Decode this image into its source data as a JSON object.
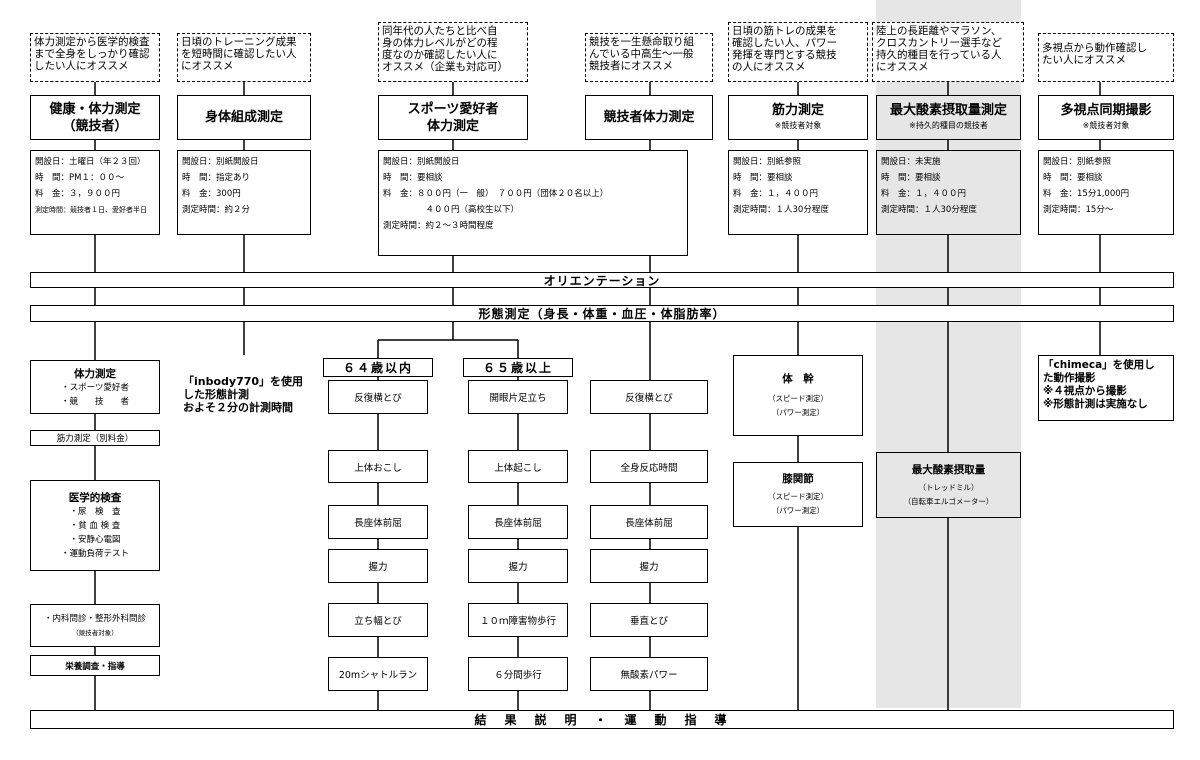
{
  "targets": [
    [
      "体力測定から医学的検査",
      "まで全身をしっかり確認",
      "したい人にオススメ"
    ],
    [
      "日頃のトレーニング成果",
      "を短時間に確認したい人",
      "にオススメ"
    ],
    [
      "同年代の人たちと比べ自",
      "身の体力レベルがどの程",
      "度なのか確認したい人に",
      "オススメ（企業も対応可）"
    ],
    [
      "競技を一生懸命取り組",
      "んでいる中高生～一般",
      "競技者にオススメ"
    ],
    [
      "日頃の筋トレの成果を",
      "確認したい人、パワー",
      "発揮を専門とする競技",
      "の人にオススメ"
    ],
    [
      "陸上の長距離やマラソン、",
      "クロスカントリー選手など",
      "持久的種目を行っている人",
      "にオススメ"
    ],
    [
      "多視点から動作確認し",
      "たい人にオススメ"
    ]
  ],
  "courses": [
    {
      "title": [
        "健康・体力測定",
        "（競技者）"
      ],
      "sub": ""
    },
    {
      "title": [
        "身体組成測定"
      ],
      "sub": ""
    },
    {
      "title": [
        "スポーツ愛好者",
        "体力測定"
      ],
      "sub": ""
    },
    {
      "title": [
        "競技者体力測定"
      ],
      "sub": ""
    },
    {
      "title": [
        "筋力測定"
      ],
      "sub": "※競技者対象"
    },
    {
      "title": [
        "最大酸素摂取量測定"
      ],
      "sub": "※持久的種目の競技者"
    },
    {
      "title": [
        "多視点同期撮影"
      ],
      "sub": "※競技者対象"
    }
  ],
  "schedules": [
    [
      "開設日：土曜日（年２３回）",
      "時　間：PM１：００～",
      "料　金：３，９００円",
      "測定時間：競技者１日、愛好者半日"
    ],
    [
      "開設日：別紙開設日",
      "時　間：指定あり",
      "料　金：300円",
      "測定時間：約２分"
    ],
    [
      "開設日：別紙開設日",
      "時　間：要相談",
      "料　金：８００円（一　般）　７００円（団体２０名以上）",
      "　　　　　４００円（高校生以下）",
      "測定時間：約２～３時間程度"
    ],
    [
      "開設日：別紙参照",
      "時　間：要相談",
      "料　金：１，４００円",
      "測定時間：１人30分程度"
    ],
    [
      "開設日：未実施",
      "時　間：要相談",
      "料　金：１，４００円",
      "測定時間：１人30分程度"
    ],
    [
      "開設日：別紙参照",
      "時　間：要相談",
      "料　金：15分1,000円",
      "測定時間：15分～"
    ]
  ],
  "orientation": "オリエンテーション",
  "morphology": "形態測定（身長・体重・血圧・体脂肪率）",
  "final": "結　果　説　明　・　運　動　指　導",
  "col1": {
    "fitness_title": "体力測定",
    "fitness_items": [
      "・スポーツ愛好者",
      "・競　　技　　者"
    ],
    "strength": "筋力測定（別料金）",
    "medical_title": "医学的検査",
    "medical_items": [
      "・尿　検　査",
      "・貧 血 検 査",
      "・安静心電図",
      "・運動負荷テスト"
    ],
    "interview": [
      "・内科問診・整形外科問診",
      "（競技者対象）"
    ],
    "nutrition": "栄養調査・指導"
  },
  "inbody_note": [
    "「inbody770」を使用",
    "した形態計測",
    "およそ２分の計測時間"
  ],
  "age_under": "６４歳以内",
  "age_over": "６５歳以上",
  "tests_under": [
    "反復横とび",
    "上体おこし",
    "長座体前屈",
    "握力",
    "立ち幅とび",
    "20mシャトルラン"
  ],
  "tests_over": [
    "開眼片足立ち",
    "上体起こし",
    "長座体前屈",
    "握力",
    "１０ｍ障害物歩行",
    "６分間歩行"
  ],
  "tests_athlete": [
    "反復横とび",
    "全身反応時間",
    "長座体前屈",
    "握力",
    "垂直とび",
    "無酸素パワー"
  ],
  "strength_tests": {
    "trunk": {
      "title": "体　幹",
      "lines": [
        "（スピード測定）",
        "（パワー測定）"
      ]
    },
    "knee": {
      "title": "膝関節",
      "lines": [
        "（スピード測定）",
        "（パワー測定）"
      ]
    }
  },
  "vo2": {
    "title": "最大酸素摂取量",
    "lines": [
      "（トレッドミル）",
      "（自転車エルゴメーター）"
    ]
  },
  "chimeca_note": [
    "「chimeca」を使用し",
    "た動作撮影",
    "※４視点から撮影",
    "※形態計測は実施なし"
  ]
}
